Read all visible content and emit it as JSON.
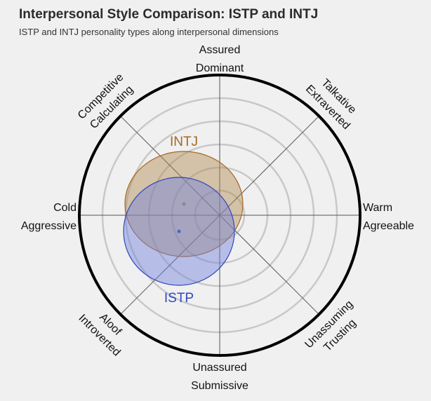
{
  "title": "Interpersonal Style Comparison: ISTP and INTJ",
  "subtitle": "ISTP and INTJ personality types along interpersonal dimensions",
  "chart_data": {
    "type": "circumplex",
    "axis_labels": [
      {
        "angle": 90,
        "lines": [
          "Assured",
          "Dominant"
        ]
      },
      {
        "angle": 45,
        "lines": [
          "Talkative",
          "Extraverted"
        ]
      },
      {
        "angle": 0,
        "lines": [
          "Warm",
          "Agreeable"
        ]
      },
      {
        "angle": -45,
        "lines": [
          "Unassuming",
          "Trusting"
        ]
      },
      {
        "angle": -90,
        "lines": [
          "Unassured",
          "Submissive"
        ]
      },
      {
        "angle": -135,
        "lines": [
          "Aloof",
          "Introverted"
        ]
      },
      {
        "angle": 180,
        "lines": [
          "Cold",
          "Aggressive"
        ]
      },
      {
        "angle": 135,
        "lines": [
          "Competitive",
          "Calculating"
        ]
      }
    ],
    "grid_rings": 5,
    "range": [
      0,
      1
    ],
    "series": [
      {
        "name": "INTJ",
        "x": -0.255,
        "y": 0.08,
        "rx": 0.42,
        "ry": 0.375,
        "color": "#a8671e",
        "fill": "#b08850"
      },
      {
        "name": "ISTP",
        "x": -0.29,
        "y": -0.115,
        "rx": 0.395,
        "ry": 0.385,
        "color": "#2f47c0",
        "fill": "#6f80dc"
      }
    ]
  }
}
